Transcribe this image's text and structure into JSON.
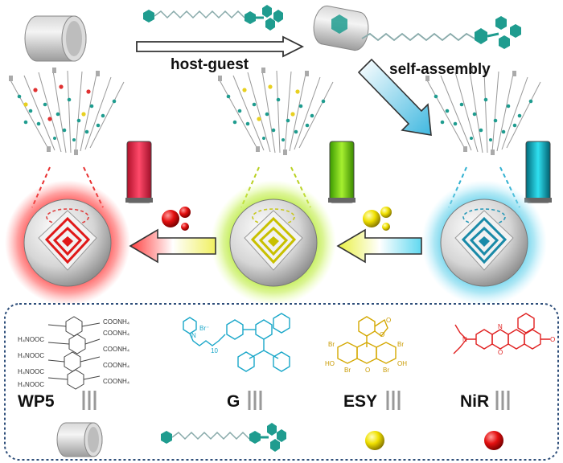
{
  "arrows": {
    "host_guest": "host-guest",
    "self_assembly": "self-assembly"
  },
  "legend": {
    "wp5": "WP5",
    "g": "G",
    "esy": "ESY",
    "nir": "NiR"
  },
  "structures": {
    "wp5_groups": [
      "COONH₄",
      "COONH₄",
      "H₄NOOC",
      "COONH₄",
      "H₄NOOC",
      "COONH₄",
      "H₄NOOC",
      "COONH₄",
      "H₄NOOC"
    ],
    "g_labels": [
      "N",
      "Br⁻",
      "10"
    ],
    "esy_labels": [
      "O",
      "O",
      "Br",
      "Br",
      "HO",
      "OH",
      "Br",
      "Br",
      "O"
    ],
    "nir_labels": [
      "N",
      "N",
      "O",
      "O"
    ]
  },
  "colors": {
    "red": "#e8201f",
    "green": "#a8e02a",
    "cyan": "#2ec0e0",
    "yellow": "#e8e030",
    "teal": "#1f9c8f"
  }
}
